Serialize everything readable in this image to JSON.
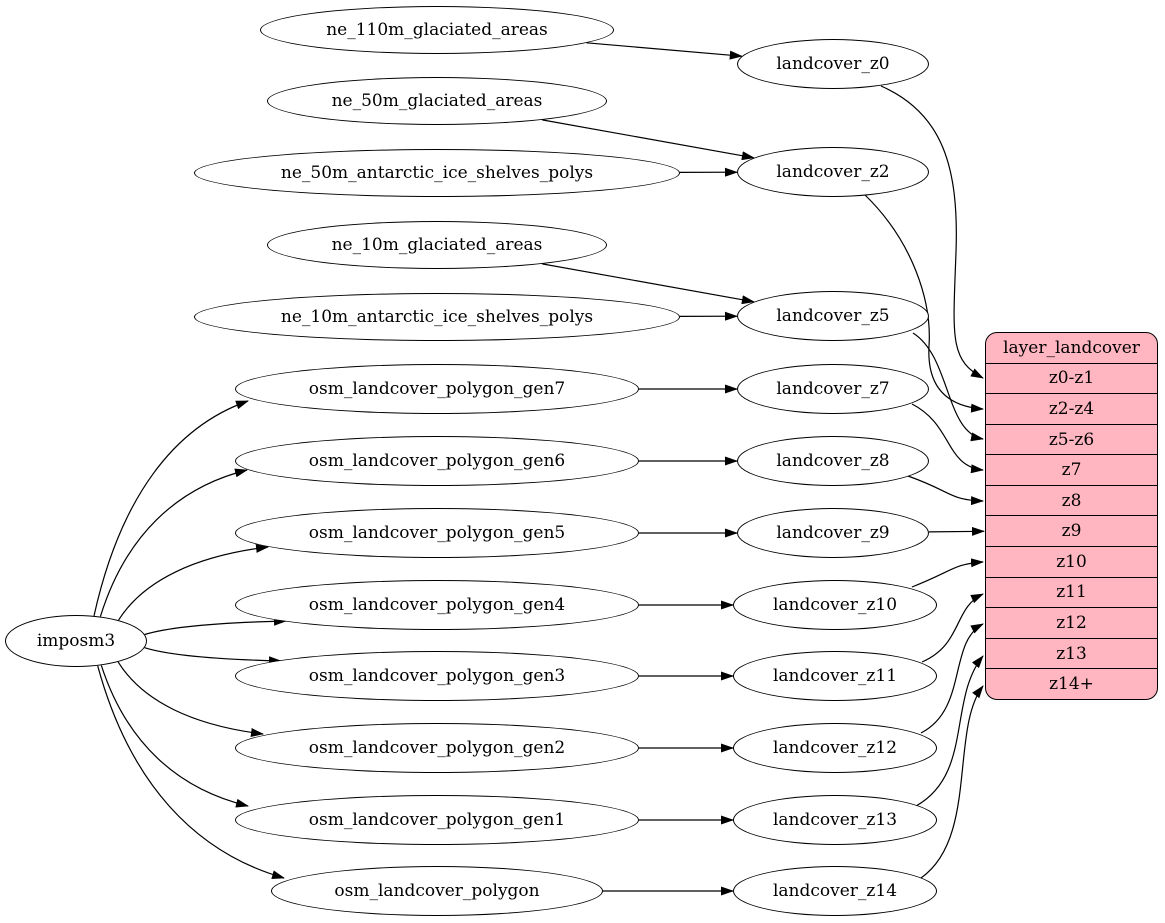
{
  "diagram": {
    "type": "dependency-graph",
    "background": "#ffffff",
    "colors": {
      "node_fill": "#ffffff",
      "node_stroke": "#000000",
      "edge": "#000000",
      "record_fill": "#ffb6c1",
      "text": "#000000"
    },
    "nodes": [
      {
        "id": "imposm3",
        "label": "imposm3"
      },
      {
        "id": "ne_110m_glaciated_areas",
        "label": "ne_110m_glaciated_areas"
      },
      {
        "id": "ne_50m_glaciated_areas",
        "label": "ne_50m_glaciated_areas"
      },
      {
        "id": "ne_50m_antarctic_ice_shelves_polys",
        "label": "ne_50m_antarctic_ice_shelves_polys"
      },
      {
        "id": "ne_10m_glaciated_areas",
        "label": "ne_10m_glaciated_areas"
      },
      {
        "id": "ne_10m_antarctic_ice_shelves_polys",
        "label": "ne_10m_antarctic_ice_shelves_polys"
      },
      {
        "id": "osm_landcover_polygon_gen7",
        "label": "osm_landcover_polygon_gen7"
      },
      {
        "id": "osm_landcover_polygon_gen6",
        "label": "osm_landcover_polygon_gen6"
      },
      {
        "id": "osm_landcover_polygon_gen5",
        "label": "osm_landcover_polygon_gen5"
      },
      {
        "id": "osm_landcover_polygon_gen4",
        "label": "osm_landcover_polygon_gen4"
      },
      {
        "id": "osm_landcover_polygon_gen3",
        "label": "osm_landcover_polygon_gen3"
      },
      {
        "id": "osm_landcover_polygon_gen2",
        "label": "osm_landcover_polygon_gen2"
      },
      {
        "id": "osm_landcover_polygon_gen1",
        "label": "osm_landcover_polygon_gen1"
      },
      {
        "id": "osm_landcover_polygon",
        "label": "osm_landcover_polygon"
      },
      {
        "id": "landcover_z0",
        "label": "landcover_z0"
      },
      {
        "id": "landcover_z2",
        "label": "landcover_z2"
      },
      {
        "id": "landcover_z5",
        "label": "landcover_z5"
      },
      {
        "id": "landcover_z7",
        "label": "landcover_z7"
      },
      {
        "id": "landcover_z8",
        "label": "landcover_z8"
      },
      {
        "id": "landcover_z9",
        "label": "landcover_z9"
      },
      {
        "id": "landcover_z10",
        "label": "landcover_z10"
      },
      {
        "id": "landcover_z11",
        "label": "landcover_z11"
      },
      {
        "id": "landcover_z12",
        "label": "landcover_z12"
      },
      {
        "id": "landcover_z13",
        "label": "landcover_z13"
      },
      {
        "id": "landcover_z14",
        "label": "landcover_z14"
      }
    ],
    "record": {
      "id": "layer_landcover",
      "title": "layer_landcover",
      "rows": [
        "z0-z1",
        "z2-z4",
        "z5-z6",
        "z7",
        "z8",
        "z9",
        "z10",
        "z11",
        "z12",
        "z13",
        "z14+"
      ]
    },
    "edges": [
      {
        "from": "ne_110m_glaciated_areas",
        "to": "landcover_z0"
      },
      {
        "from": "ne_50m_glaciated_areas",
        "to": "landcover_z2"
      },
      {
        "from": "ne_50m_antarctic_ice_shelves_polys",
        "to": "landcover_z2"
      },
      {
        "from": "ne_10m_glaciated_areas",
        "to": "landcover_z5"
      },
      {
        "from": "ne_10m_antarctic_ice_shelves_polys",
        "to": "landcover_z5"
      },
      {
        "from": "osm_landcover_polygon_gen7",
        "to": "landcover_z7"
      },
      {
        "from": "osm_landcover_polygon_gen6",
        "to": "landcover_z8"
      },
      {
        "from": "osm_landcover_polygon_gen5",
        "to": "landcover_z9"
      },
      {
        "from": "osm_landcover_polygon_gen4",
        "to": "landcover_z10"
      },
      {
        "from": "osm_landcover_polygon_gen3",
        "to": "landcover_z11"
      },
      {
        "from": "osm_landcover_polygon_gen2",
        "to": "landcover_z12"
      },
      {
        "from": "osm_landcover_polygon_gen1",
        "to": "landcover_z13"
      },
      {
        "from": "osm_landcover_polygon",
        "to": "landcover_z14"
      },
      {
        "from": "imposm3",
        "to": "osm_landcover_polygon_gen7"
      },
      {
        "from": "imposm3",
        "to": "osm_landcover_polygon_gen6"
      },
      {
        "from": "imposm3",
        "to": "osm_landcover_polygon_gen5"
      },
      {
        "from": "imposm3",
        "to": "osm_landcover_polygon_gen4"
      },
      {
        "from": "imposm3",
        "to": "osm_landcover_polygon_gen3"
      },
      {
        "from": "imposm3",
        "to": "osm_landcover_polygon_gen2"
      },
      {
        "from": "imposm3",
        "to": "osm_landcover_polygon_gen1"
      },
      {
        "from": "imposm3",
        "to": "osm_landcover_polygon"
      },
      {
        "from": "landcover_z0",
        "to": "layer_landcover:z0-z1"
      },
      {
        "from": "landcover_z2",
        "to": "layer_landcover:z2-z4"
      },
      {
        "from": "landcover_z5",
        "to": "layer_landcover:z5-z6"
      },
      {
        "from": "landcover_z7",
        "to": "layer_landcover:z7"
      },
      {
        "from": "landcover_z8",
        "to": "layer_landcover:z8"
      },
      {
        "from": "landcover_z9",
        "to": "layer_landcover:z9"
      },
      {
        "from": "landcover_z10",
        "to": "layer_landcover:z10"
      },
      {
        "from": "landcover_z11",
        "to": "layer_landcover:z11"
      },
      {
        "from": "landcover_z12",
        "to": "layer_landcover:z12"
      },
      {
        "from": "landcover_z13",
        "to": "layer_landcover:z13"
      },
      {
        "from": "landcover_z14",
        "to": "layer_landcover:z14+"
      }
    ]
  }
}
